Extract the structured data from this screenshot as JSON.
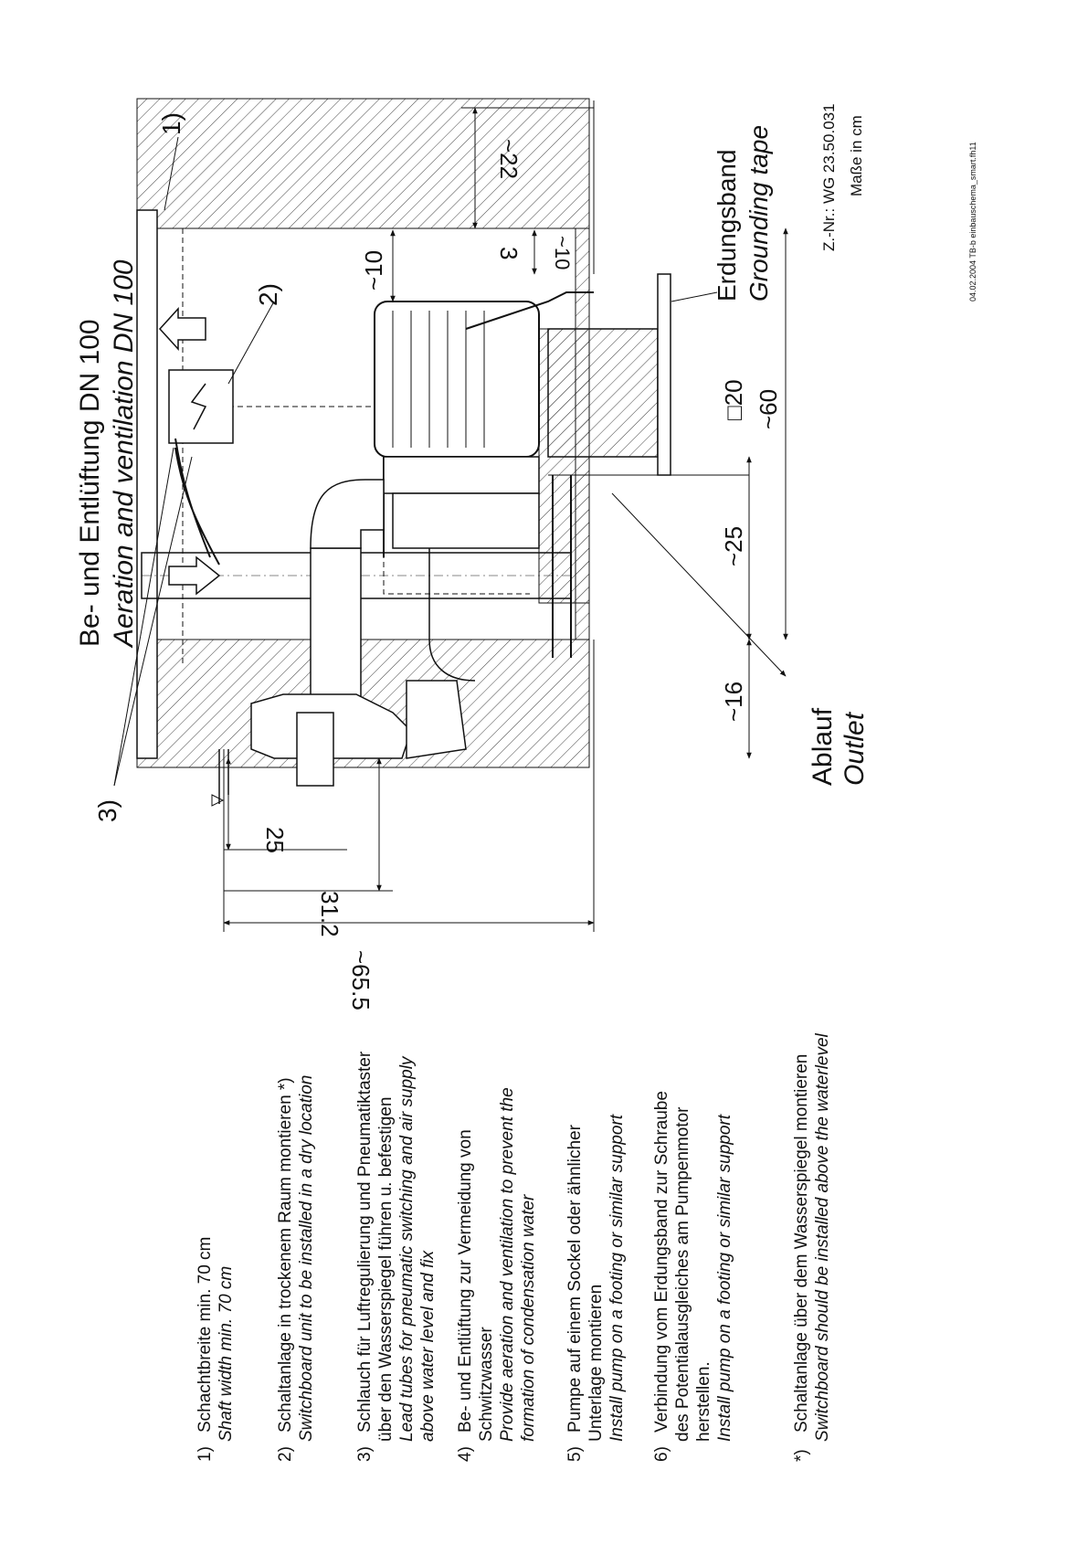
{
  "title": {
    "de": "Be- und Entlüftung DN 100",
    "en": "Aeration and ventilation DN 100"
  },
  "callouts": [
    "1)",
    "2)",
    "3)"
  ],
  "labels": {
    "grounding_de": "Erdungsband",
    "grounding_en": "Grounding tape",
    "outlet_de": "Ablauf",
    "outlet_en": "Outlet"
  },
  "dimensions": {
    "d22": "~22",
    "d10a": "~10",
    "d3": "3",
    "d10b": "~10",
    "d20": "□20",
    "d60": "~60",
    "d25a": "~25",
    "d16": "~16",
    "d25b": "25",
    "d31": "31.2",
    "d65": "~65.5"
  },
  "drawing_info": {
    "number": "Z.-Nr.: WG 23.50.031",
    "units": "Maße in cm",
    "file": "04.02.2004   TB-b   einbauschema_smart.fh11"
  },
  "notes": [
    {
      "num": "1)",
      "de": [
        "Schachtbreite min. 70 cm"
      ],
      "en": [
        "Shaft width min. 70 cm"
      ]
    },
    {
      "num": "2)",
      "de": [
        "Schaltanlage in trockenem Raum montieren *)"
      ],
      "en": [
        "Switchboard unit to be installed in a dry location"
      ]
    },
    {
      "num": "3)",
      "de": [
        "Schlauch für Luftregulierung und Pneumatiktaster",
        "über den Wasserspiegel führen u. befestigen"
      ],
      "en": [
        "Lead tubes for pneumatic switching and air supply",
        "above water level and fix"
      ]
    },
    {
      "num": "4)",
      "de": [
        "Be- und Entlüftung zur Vermeidung von",
        "Schwitzwasser"
      ],
      "en": [
        "Provide aeration and ventilation to prevent the",
        "formation of condensation water"
      ]
    },
    {
      "num": "5)",
      "de": [
        "Pumpe auf einem Sockel oder ähnlicher",
        "Unterlage montieren"
      ],
      "en": [
        "Install pump on a footing or similar support"
      ]
    },
    {
      "num": "6)",
      "de": [
        "Verbindung vom Erdungsband zur Schraube",
        "des Potentialausgleiches am Pumpenmotor",
        "herstellen."
      ],
      "en": [
        "Install pump on a footing or similar support"
      ]
    },
    {
      "num": "*)",
      "de": [
        "Schaltanlage über dem Wasserspiegel montieren"
      ],
      "en": [
        "Switchboard should be installed above the waterlevel"
      ]
    }
  ]
}
